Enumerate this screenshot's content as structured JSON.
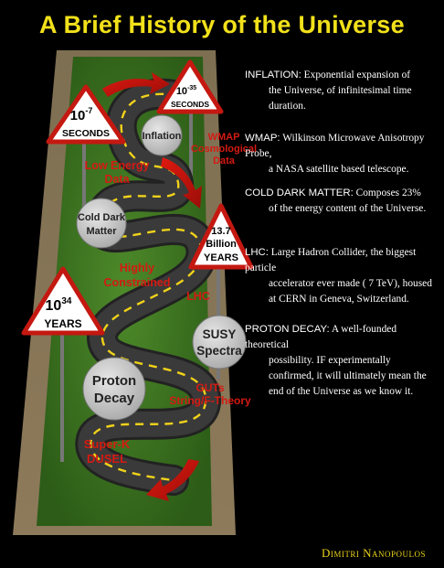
{
  "title": "A Brief History of the Universe",
  "author": "Dimitri Nanopoulos",
  "signs": {
    "s1": {
      "top": "10",
      "sup": "-7",
      "bottom": "SECONDS"
    },
    "s2": {
      "top": "10",
      "sup": "-35",
      "bottom": "SECONDS"
    },
    "s3": {
      "l1": "13.7",
      "l2": "Billion",
      "l3": "YEARS"
    },
    "s4": {
      "top": "10",
      "sup": "34",
      "bottom": "YEARS"
    }
  },
  "circles": {
    "inflation": "Inflation",
    "cold_dark_1": "Cold Dark",
    "cold_dark_2": "Matter",
    "susy_1": "SUSY",
    "susy_2": "Spectra",
    "proton_1": "Proton",
    "proton_2": "Decay"
  },
  "labels": {
    "wmap_1": "WMAP",
    "wmap_2": "Cosmological",
    "wmap_3": "Data",
    "low_energy_1": "Low Energy",
    "low_energy_2": "Data",
    "highly_1": "Highly",
    "highly_2": "Constrained",
    "lhc": "LHC",
    "guts_1": "GUTs",
    "guts_2": "String/F-Theory",
    "superk_1": "Super-K",
    "superk_2": "DUSEL"
  },
  "definitions": [
    {
      "term": "INFLATION:",
      "lead": " Exponential expansion of",
      "rest": "the Universe, of infinitesimal time duration."
    },
    {
      "term": "WMAP:",
      "lead": "  Wilkinson Microwave Anisotropy Probe,",
      "rest": "a NASA satellite based telescope."
    },
    {
      "term": "COLD DARK MATTER:",
      "lead": " Composes 23%",
      "rest": "of the energy content of the Universe."
    },
    {
      "term": "LHC:",
      "lead": " Large Hadron Collider, the biggest particle",
      "rest": "accelerator ever made ( 7 TeV),  housed at CERN in Geneva, Switzerland."
    },
    {
      "term": "PROTON DECAY:",
      "lead": " A well-founded theoretical",
      "rest": "possibility.  IF experimentally  confirmed, it will ultimately mean  the end of the Universe as we know it."
    }
  ]
}
